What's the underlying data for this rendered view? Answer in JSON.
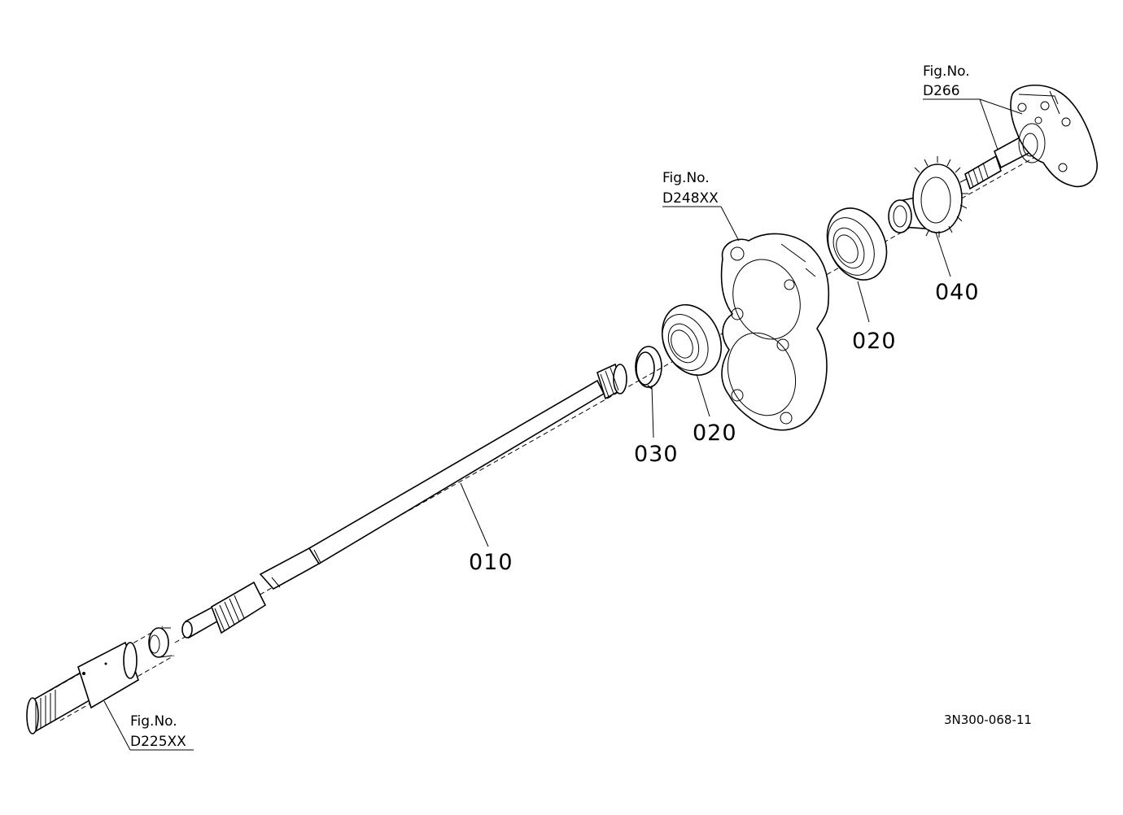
{
  "callouts": {
    "p010": "010",
    "p020a": "020",
    "p020b": "020",
    "p030": "030",
    "p040": "040"
  },
  "refs": {
    "top": {
      "prefix": "Fig.No.",
      "id": "D266"
    },
    "middle": {
      "prefix": "Fig.No.",
      "id": "D248XX"
    },
    "bottom": {
      "prefix": "Fig.No.",
      "id": "D225XX"
    }
  },
  "diagram_code": "3N300-068-11",
  "colors": {
    "line": "#000000",
    "background": "#ffffff"
  }
}
